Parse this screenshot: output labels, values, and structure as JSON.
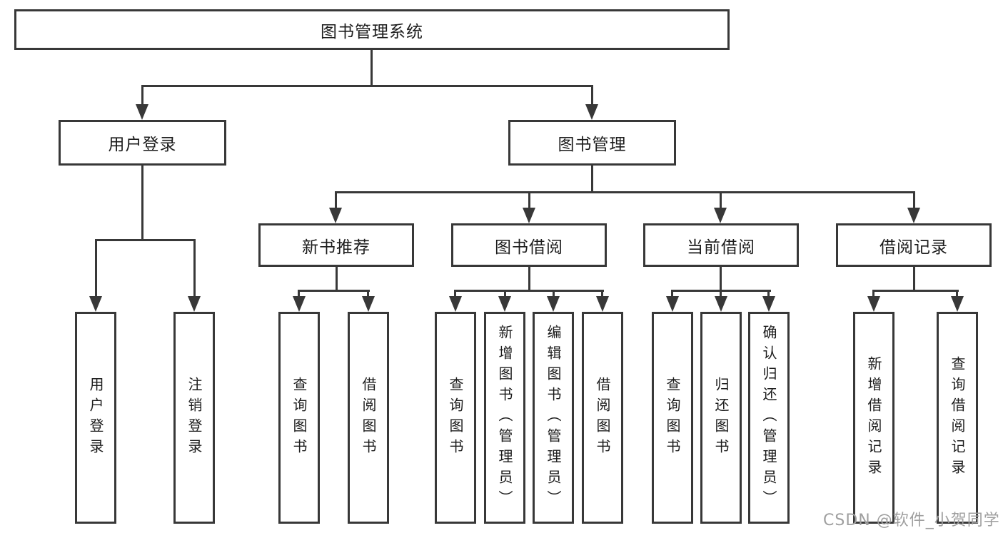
{
  "diagram_title": "图书管理系统",
  "tree": {
    "root": "图书管理系统",
    "user_login": "用户登录",
    "book_mgmt": "图书管理",
    "new_book_rec": "新书推荐",
    "book_borrowing": "图书借阅",
    "current_borrowing": "当前借阅",
    "borrowing_records": "借阅记录",
    "leaf_user_login": "用户登录",
    "leaf_logout": "注销登录",
    "rec_query_books": "查询图书",
    "rec_borrow_books": "借阅图书",
    "bor_query_books": "查询图书",
    "bor_add_books": "新增图书（管理员）",
    "bor_edit_books": "编辑图书（管理员）",
    "bor_borrow_books": "借阅图书",
    "cur_query_books": "查询图书",
    "cur_return_books": "归还图书",
    "cur_confirm_return": "确认归还（管理员）",
    "brec_add_record": "新增借阅记录",
    "brec_query_record": "查询借阅记录"
  },
  "watermark": "CSDN @软件_小贺同学",
  "colors": {
    "line": "#383838",
    "text": "#1c1c1c",
    "background": "#ffffff",
    "watermark": "#9f9f9f"
  }
}
